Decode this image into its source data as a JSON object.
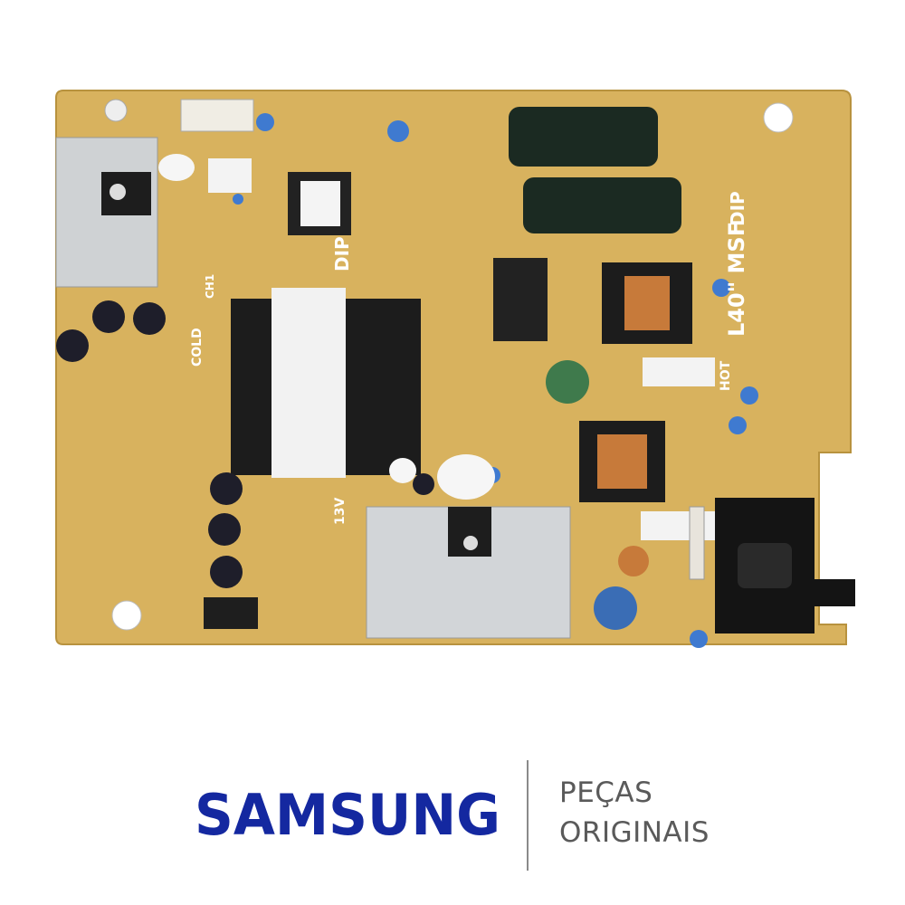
{
  "product_photo": {
    "subject": "power-supply-board",
    "board_color": "#d8b25e",
    "silkscreen_labels": {
      "model": "L40\" MSF",
      "dip_1": "DIP",
      "dip_2": "DIP",
      "cold": "COLD",
      "hot": "HOT",
      "voltage": "13V",
      "channel": "CH1"
    }
  },
  "branding": {
    "logo_text": "SAMSUNG",
    "logo_color": "#1428a0",
    "tagline_line1": "PEÇAS",
    "tagline_line2": "ORIGINAIS",
    "tagline_color": "#5a5a5a"
  }
}
